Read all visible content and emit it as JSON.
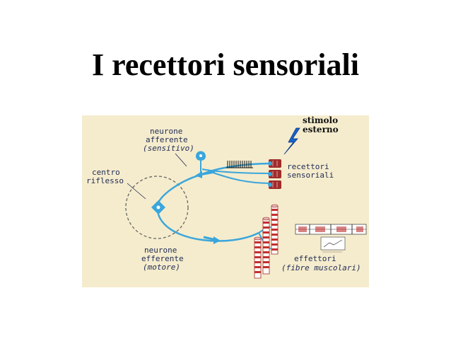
{
  "title": "I recettori sensoriali",
  "diagram": {
    "labels": {
      "stimolo": "stimolo",
      "esterno": "esterno",
      "neurone_aff_1": "neurone",
      "neurone_aff_2": "afferente",
      "neurone_aff_3": "(sensitivo)",
      "centro_1": "centro",
      "centro_2": "riflesso",
      "recettori_1": "recettori",
      "recettori_2": "sensoriali",
      "neurone_eff_1": "neurone",
      "neurone_eff_2": "efferente",
      "neurone_eff_3": "(motore)",
      "effettori_1": "effettori",
      "effettori_2": "(fibre muscolari)"
    },
    "colors": {
      "neuron": "#3aa6dc",
      "receptor": "#a02c2c",
      "muscle": "#c23030",
      "lightning": "#1a63c8",
      "background": "#f5eccd",
      "label": "#1e2a55"
    },
    "icons": [
      "lightning-icon",
      "receptor-icon",
      "muscle-fiber-icon",
      "neuron-cell-body-icon",
      "direction-arrow-icon"
    ]
  }
}
